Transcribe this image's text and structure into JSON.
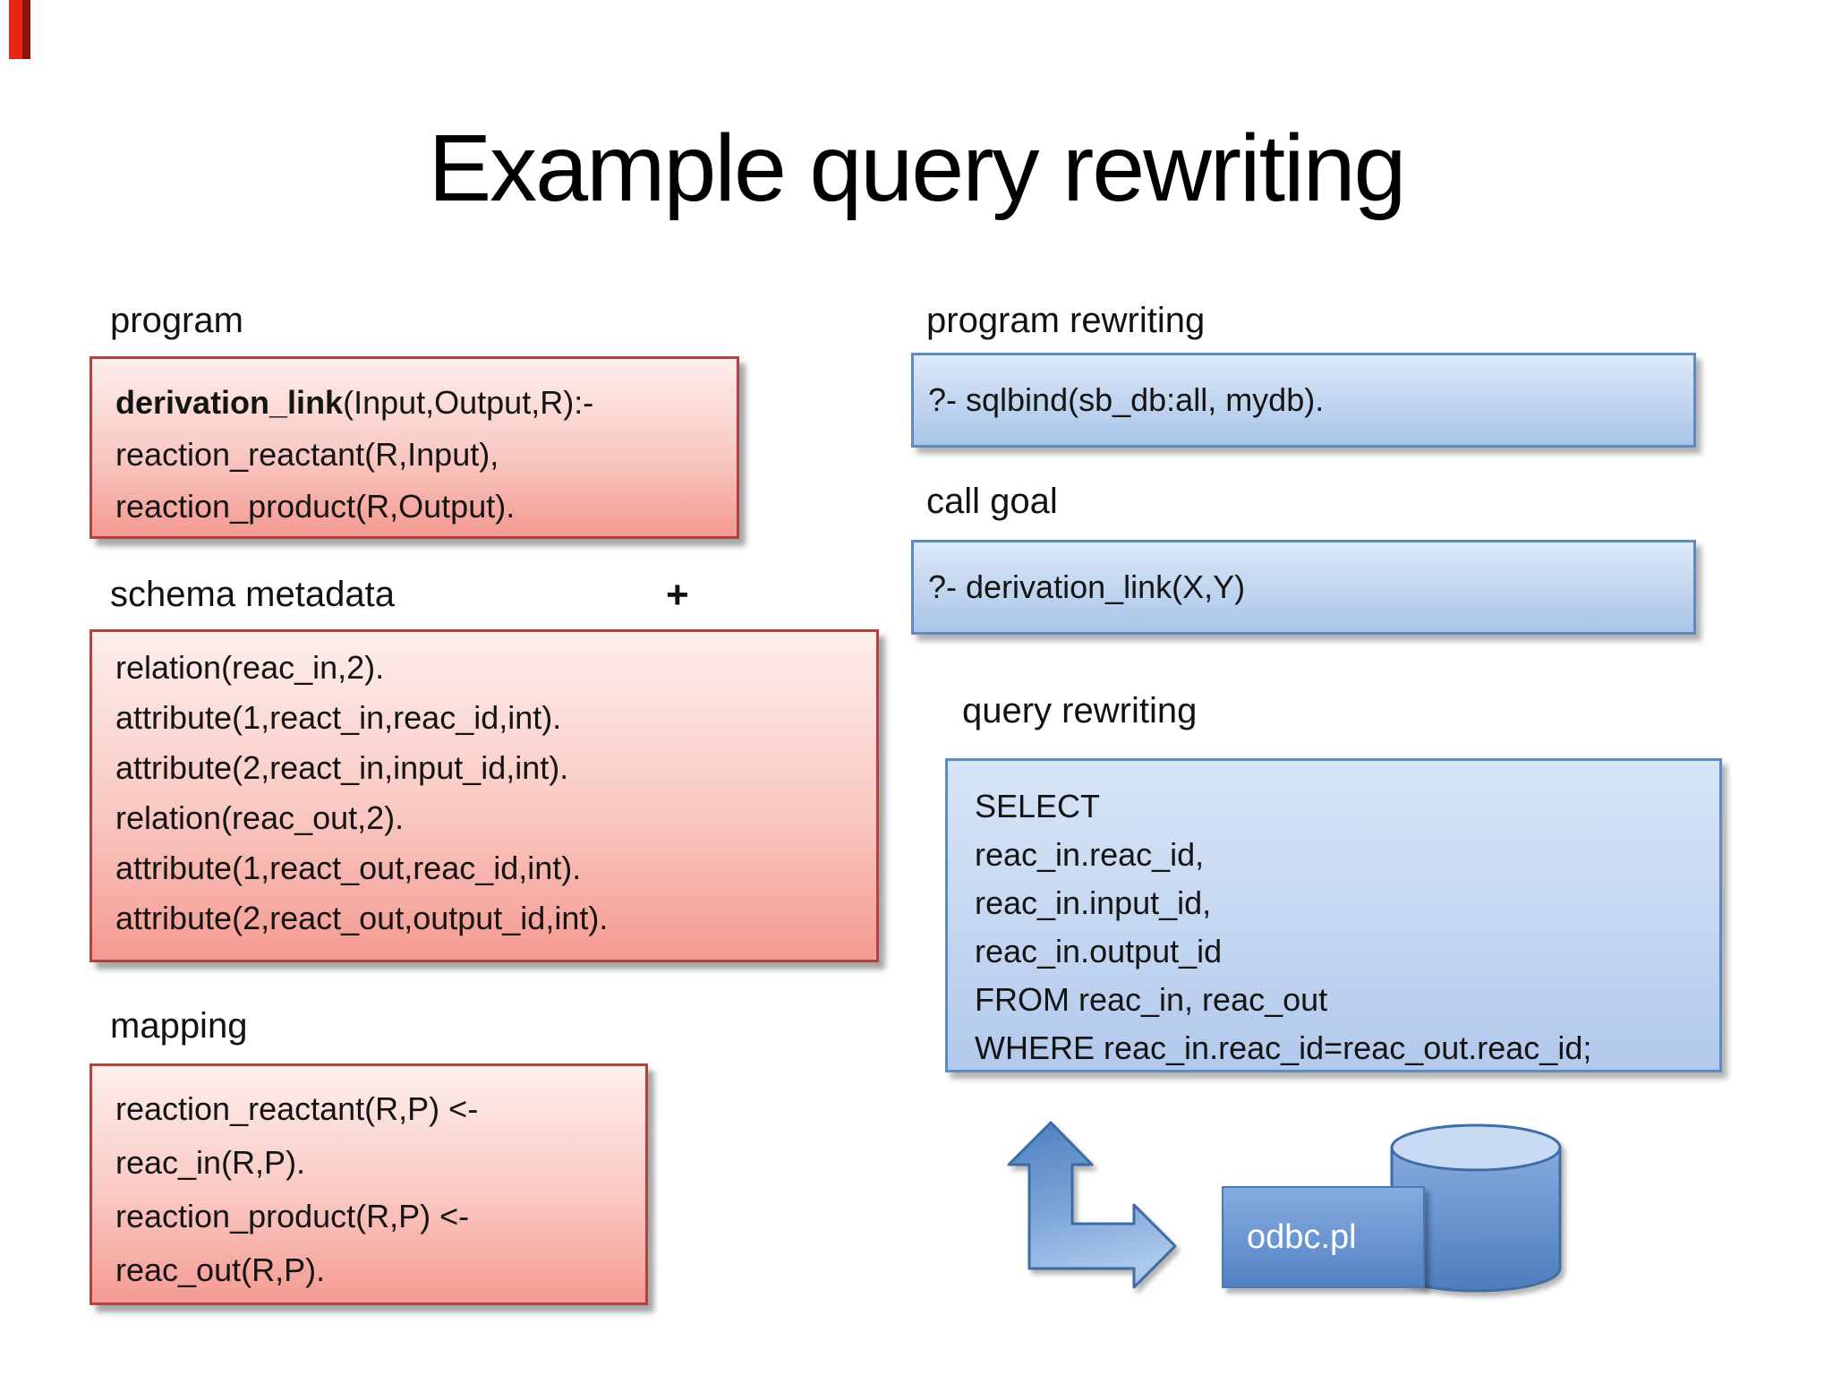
{
  "title": "Example query rewriting",
  "left": {
    "program_label": "program",
    "program_box": {
      "head_bold": "derivation_link",
      "head_rest": "(Input,Output,R):-",
      "line2": "reaction_reactant(R,Input),",
      "line3": "reaction_product(R,Output)."
    },
    "schema_label": "schema metadata",
    "plus_sign": "+",
    "schema_lines": [
      "relation(reac_in,2).",
      "attribute(1,react_in,reac_id,int).",
      "attribute(2,react_in,input_id,int).",
      "relation(reac_out,2).",
      "attribute(1,react_out,reac_id,int).",
      "attribute(2,react_out,output_id,int)."
    ],
    "mapping_label": "mapping",
    "mapping_lines": [
      "reaction_reactant(R,P) <-",
      "reac_in(R,P).",
      "reaction_product(R,P) <-",
      "reac_out(R,P)."
    ]
  },
  "right": {
    "program_rewriting_label": "program rewriting",
    "program_rewriting_code": "?- sqlbind(sb_db:all, mydb).",
    "call_goal_label": "call goal",
    "call_goal_code": "?- derivation_link(X,Y)",
    "query_rewriting_label": "query rewriting",
    "sql_lines": [
      "SELECT",
      "reac_in.reac_id,",
      "reac_in.input_id,",
      "reac_in.output_id",
      "FROM reac_in, reac_out",
      "WHERE reac_in.reac_id=reac_out.reac_id;"
    ],
    "odbc_label": "odbc.pl"
  },
  "icons": {
    "bent_arrow": "bent-double-arrow-icon",
    "database": "database-cylinder-icon"
  },
  "colors": {
    "red_box_border": "#b2423e",
    "red_box_top": "#fdeeec",
    "red_box_bottom": "#f49a91",
    "blue_box_border": "#5d8ac0",
    "blue_box_top": "#dce9f8",
    "blue_box_bottom": "#a9c5e9",
    "arrow_fill_dark": "#4d80bd",
    "arrow_fill_light": "#abc8ed",
    "cylinder_top": "#c9dbf3",
    "odbc_text": "#ffffff",
    "red_marker": "#e7261a",
    "title_color": "#000000"
  }
}
